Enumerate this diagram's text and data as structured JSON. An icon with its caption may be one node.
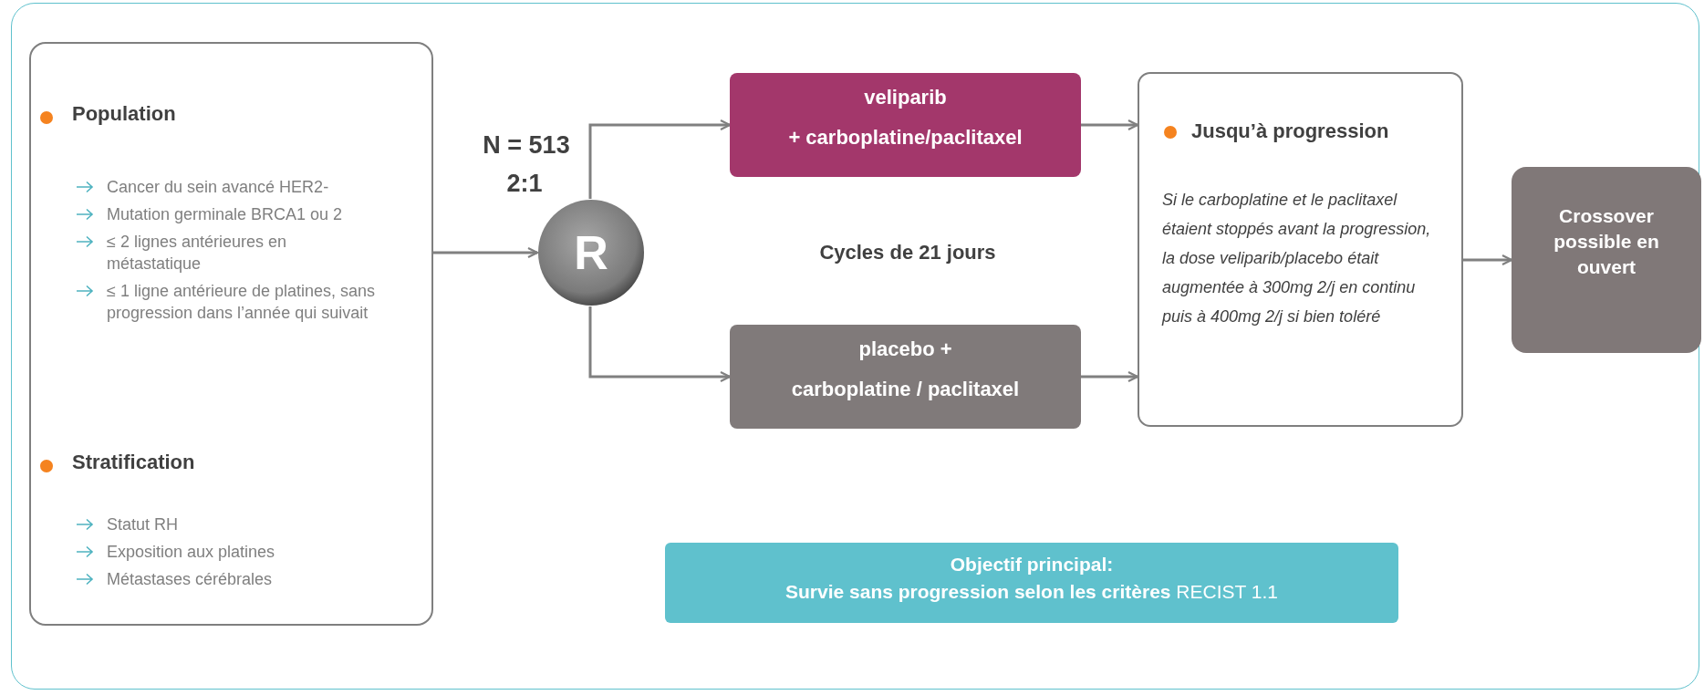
{
  "diagram": {
    "nodes": [
      {
        "text": [
          "Population",
          "Cancer du sein avancé HER2-",
          "Mutation germinale BRCA1 ou 2",
          "≤ 2 lignes antérieures en métastatique",
          "≤ 1 ligne antérieure de platines, sans progression dans l’année qui suivait",
          "Stratification",
          "Statut RH",
          "Exposition aux platines",
          "Métastases cérébrales"
        ]
      },
      {
        "text": [
          "R"
        ]
      },
      {
        "text": [
          "veliparib",
          "+ carboplatine/paclitaxel"
        ]
      },
      {
        "text": [
          "placebo +",
          "carboplatine / paclitaxel"
        ]
      },
      {
        "text": [
          "Jusqu’à progression",
          "Si le carboplatine et le paclitaxel étaient stoppés avant la progression, la dose veliparib/placebo était augmentée à 300mg 2/j en continu puis à 400mg 2/j si bien toléré"
        ]
      },
      {
        "text": [
          "Crossover possible en ouvert"
        ]
      },
      {
        "text": [
          "Objectif principal:",
          "**Survie sans progression selon les critères** RECIST 1.1"
        ]
      }
    ],
    "edges": [
      {
        "from": 0,
        "to": 1,
        "arrow": "to"
      },
      {
        "from": 1,
        "to": 2,
        "arrow": "to"
      },
      {
        "from": 1,
        "to": 3,
        "arrow": "to"
      },
      {
        "from": 2,
        "to": 4,
        "arrow": "to"
      },
      {
        "from": 3,
        "to": 4,
        "arrow": "to"
      },
      {
        "from": 4,
        "to": 5,
        "arrow": "to"
      }
    ],
    "labels": [
      "N = 513",
      "2:1",
      "Cycles de 21 jours"
    ]
  }
}
